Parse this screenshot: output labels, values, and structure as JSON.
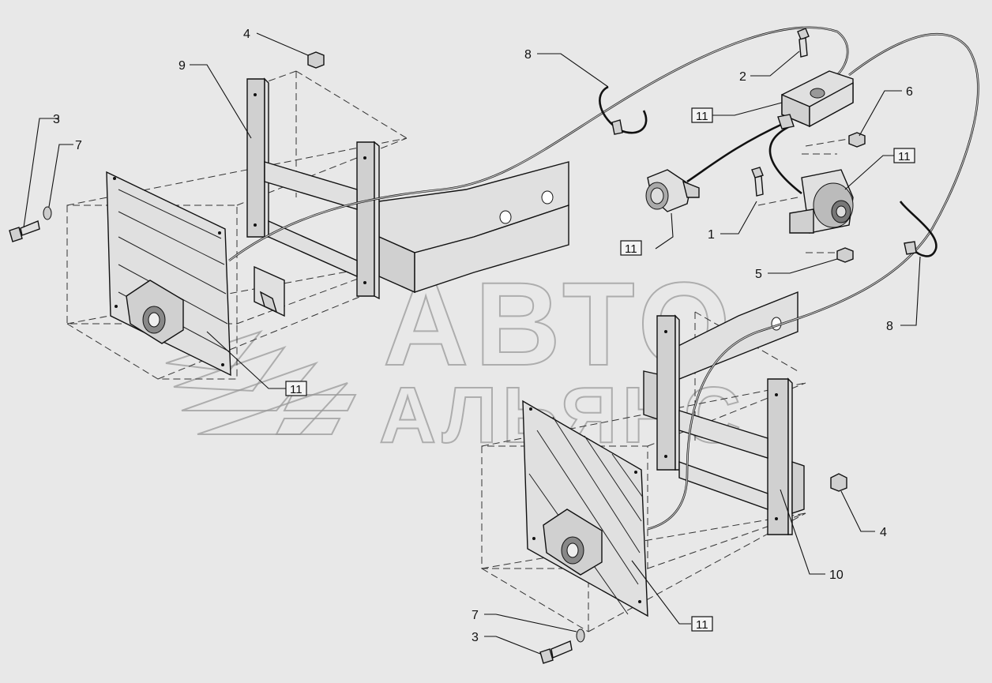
{
  "diagram": {
    "watermark": {
      "line1": "АВТО",
      "line2": "АЛЬЯНС"
    },
    "callouts": [
      {
        "id": "c1",
        "text": "1"
      },
      {
        "id": "c2",
        "text": "2"
      },
      {
        "id": "c3a",
        "text": "3"
      },
      {
        "id": "c3b",
        "text": "3"
      },
      {
        "id": "c4a",
        "text": "4"
      },
      {
        "id": "c4b",
        "text": "4"
      },
      {
        "id": "c5",
        "text": "5"
      },
      {
        "id": "c6",
        "text": "6"
      },
      {
        "id": "c7a",
        "text": "7"
      },
      {
        "id": "c7b",
        "text": "7"
      },
      {
        "id": "c8a",
        "text": "8"
      },
      {
        "id": "c8b",
        "text": "8"
      },
      {
        "id": "c9",
        "text": "9"
      },
      {
        "id": "c10",
        "text": "10"
      }
    ],
    "boxed_callouts": [
      {
        "id": "b11a",
        "text": "11"
      },
      {
        "id": "b11b",
        "text": "11"
      },
      {
        "id": "b11c",
        "text": "11"
      },
      {
        "id": "b11d",
        "text": "11"
      },
      {
        "id": "b11e",
        "text": "11"
      }
    ],
    "colors": {
      "background": "#e8e8e8",
      "ink": "#111111",
      "part_fill": "#d0d0d0",
      "watermark": "#9a9a9a"
    }
  }
}
